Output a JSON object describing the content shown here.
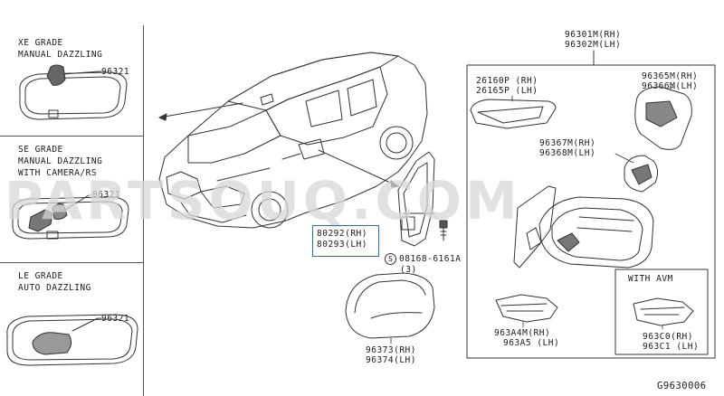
{
  "left_panel": {
    "sections": [
      {
        "grade": "XE GRADE",
        "lines": [
          "MANUAL DAZZLING"
        ],
        "part": "96321"
      },
      {
        "grade": "SE GRADE",
        "lines": [
          "MANUAL DAZZLING",
          "WITH CAMERA/RS"
        ],
        "part": "96321"
      },
      {
        "grade": "LE GRADE",
        "lines": [
          "AUTO DAZZLING"
        ],
        "part": "96321"
      }
    ]
  },
  "parts": {
    "mirror_assembly": {
      "rh": "96301M(RH)",
      "lh": "96302M(LH)"
    },
    "turn_lamp": {
      "rh": "26160P (RH)",
      "lh": "26165P (LH)"
    },
    "mirror_glass": {
      "rh": "96365M(RH)",
      "lh": "96366M(LH)"
    },
    "actuator": {
      "rh": "96367M(RH)",
      "lh": "96368M(LH)"
    },
    "finisher": {
      "rh": "80292(RH)",
      "lh": "80293(LH)"
    },
    "screw": {
      "code": "08168-6161A",
      "qty": "(3)",
      "symbol": "S"
    },
    "cover": {
      "rh": "96373(RH)",
      "lh": "96374(LH)"
    },
    "harness": {
      "rh": "963A4M(RH)",
      "lh": "963A5 (LH)"
    },
    "avm": {
      "heading": "WITH AVM",
      "rh": "963C0(RH)",
      "lh": "963C1 (LH)"
    }
  },
  "watermark": "PARTSOUQ.COM",
  "diagram_code": "G9630006",
  "colors": {
    "callout": "#2d6fb7",
    "line": "#333333",
    "watermark": "#d8d8d8"
  }
}
